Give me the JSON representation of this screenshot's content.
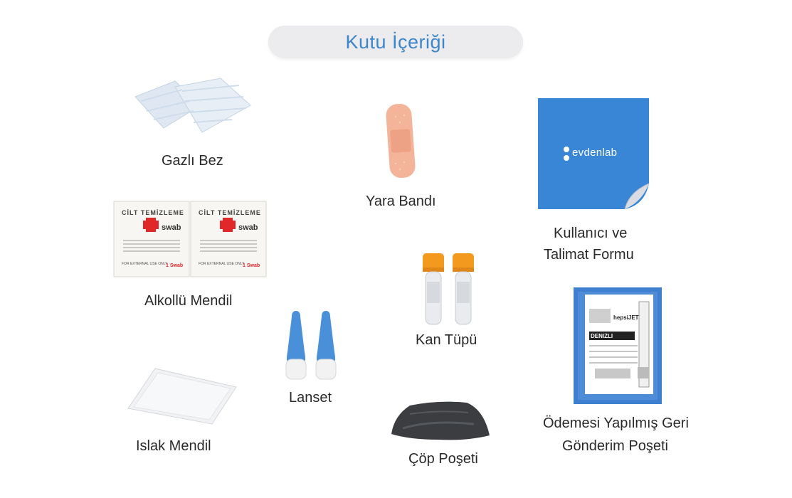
{
  "header": {
    "title": "Kutu İçeriği"
  },
  "items": {
    "gazli_bez": {
      "label": "Gazlı Bez"
    },
    "yara_bandi": {
      "label": "Yara Bandı"
    },
    "form": {
      "label_line1": "Kullanıcı ve",
      "label_line2": "Talimat Formu",
      "logo_text": "evdenlab"
    },
    "alkollu_mendil": {
      "label": "Alkollü Mendil",
      "pack_title": "CİLT TEMİZLEME",
      "pack_brand": "swab",
      "pack_count": "1 Swab",
      "pack_footer": "FOR EXTERNAL USE ONLY"
    },
    "kan_tupu": {
      "label": "Kan Tüpü"
    },
    "lanset": {
      "label": "Lanset"
    },
    "islak_mendil": {
      "label": "Islak Mendil"
    },
    "cop_poseti": {
      "label": "Çöp Poşeti"
    },
    "gonderim_poseti": {
      "label_line1": "Ödemesi Yapılmış Geri",
      "label_line2": "Gönderim Poşeti",
      "carrier": "hepsiJET",
      "city": "DENIZLI"
    }
  },
  "colors": {
    "accent": "#3d86c9",
    "pill_bg": "#ececee",
    "form_blue": "#3a86d6",
    "lancet_blue": "#4a90d9",
    "tube_cap": "#f39a1e"
  }
}
